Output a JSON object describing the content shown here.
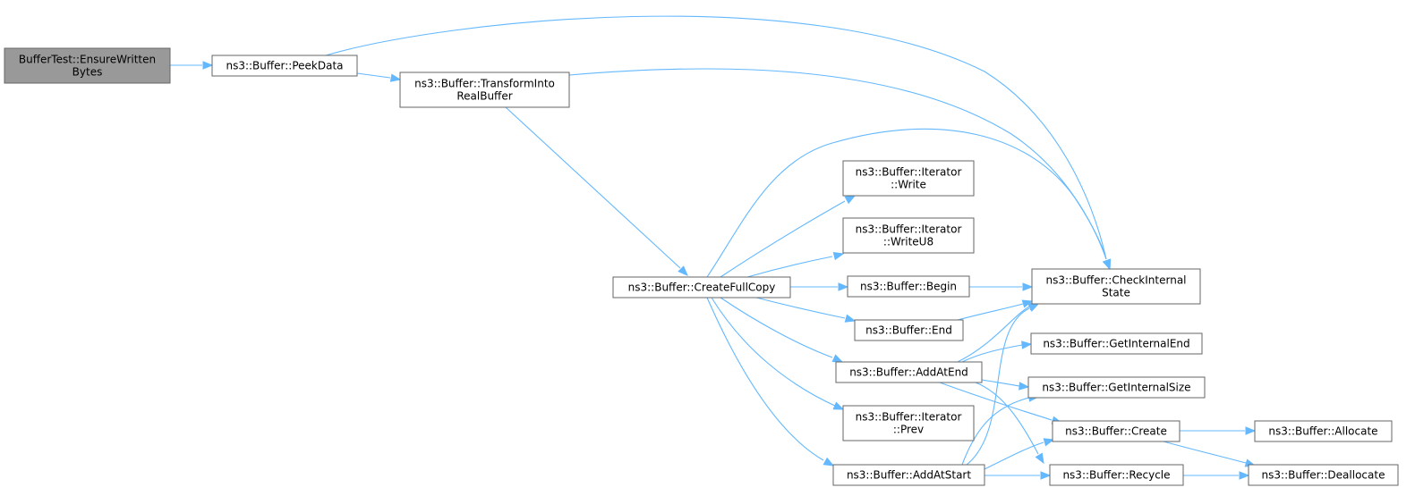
{
  "nodes": [
    {
      "id": "ensure",
      "lines": [
        "BufferTest::EnsureWritten",
        "Bytes"
      ],
      "root": true
    },
    {
      "id": "peekdata",
      "lines": [
        "ns3::Buffer::PeekData"
      ]
    },
    {
      "id": "transform",
      "lines": [
        "ns3::Buffer::TransformInto",
        "RealBuffer"
      ]
    },
    {
      "id": "createfullcopy",
      "lines": [
        "ns3::Buffer::CreateFullCopy"
      ]
    },
    {
      "id": "write",
      "lines": [
        "ns3::Buffer::Iterator",
        "::Write"
      ]
    },
    {
      "id": "writeu8",
      "lines": [
        "ns3::Buffer::Iterator",
        "::WriteU8"
      ]
    },
    {
      "id": "begin",
      "lines": [
        "ns3::Buffer::Begin"
      ]
    },
    {
      "id": "end",
      "lines": [
        "ns3::Buffer::End"
      ]
    },
    {
      "id": "addatend",
      "lines": [
        "ns3::Buffer::AddAtEnd"
      ]
    },
    {
      "id": "prev",
      "lines": [
        "ns3::Buffer::Iterator",
        "::Prev"
      ]
    },
    {
      "id": "addatstart",
      "lines": [
        "ns3::Buffer::AddAtStart"
      ]
    },
    {
      "id": "checkinternal",
      "lines": [
        "ns3::Buffer::CheckInternal",
        "State"
      ]
    },
    {
      "id": "getinternalend",
      "lines": [
        "ns3::Buffer::GetInternalEnd"
      ]
    },
    {
      "id": "getinternalsize",
      "lines": [
        "ns3::Buffer::GetInternalSize"
      ]
    },
    {
      "id": "create",
      "lines": [
        "ns3::Buffer::Create"
      ]
    },
    {
      "id": "recycle",
      "lines": [
        "ns3::Buffer::Recycle"
      ]
    },
    {
      "id": "allocate",
      "lines": [
        "ns3::Buffer::Allocate"
      ]
    },
    {
      "id": "deallocate",
      "lines": [
        "ns3::Buffer::Deallocate"
      ]
    }
  ],
  "edges": [
    {
      "from": "ensure",
      "to": "peekdata"
    },
    {
      "from": "peekdata",
      "to": "transform"
    },
    {
      "from": "peekdata",
      "to": "checkinternal"
    },
    {
      "from": "transform",
      "to": "checkinternal"
    },
    {
      "from": "transform",
      "to": "createfullcopy"
    },
    {
      "from": "createfullcopy",
      "to": "checkinternal"
    },
    {
      "from": "createfullcopy",
      "to": "write"
    },
    {
      "from": "createfullcopy",
      "to": "writeu8"
    },
    {
      "from": "createfullcopy",
      "to": "begin"
    },
    {
      "from": "createfullcopy",
      "to": "end"
    },
    {
      "from": "createfullcopy",
      "to": "addatend"
    },
    {
      "from": "createfullcopy",
      "to": "prev"
    },
    {
      "from": "createfullcopy",
      "to": "addatstart"
    },
    {
      "from": "begin",
      "to": "checkinternal"
    },
    {
      "from": "end",
      "to": "checkinternal"
    },
    {
      "from": "addatend",
      "to": "checkinternal"
    },
    {
      "from": "addatend",
      "to": "getinternalend"
    },
    {
      "from": "addatend",
      "to": "getinternalsize"
    },
    {
      "from": "addatend",
      "to": "create"
    },
    {
      "from": "addatend",
      "to": "recycle"
    },
    {
      "from": "addatstart",
      "to": "checkinternal"
    },
    {
      "from": "addatstart",
      "to": "getinternalsize"
    },
    {
      "from": "addatstart",
      "to": "create"
    },
    {
      "from": "addatstart",
      "to": "recycle"
    },
    {
      "from": "create",
      "to": "allocate"
    },
    {
      "from": "create",
      "to": "deallocate"
    },
    {
      "from": "recycle",
      "to": "deallocate"
    }
  ]
}
